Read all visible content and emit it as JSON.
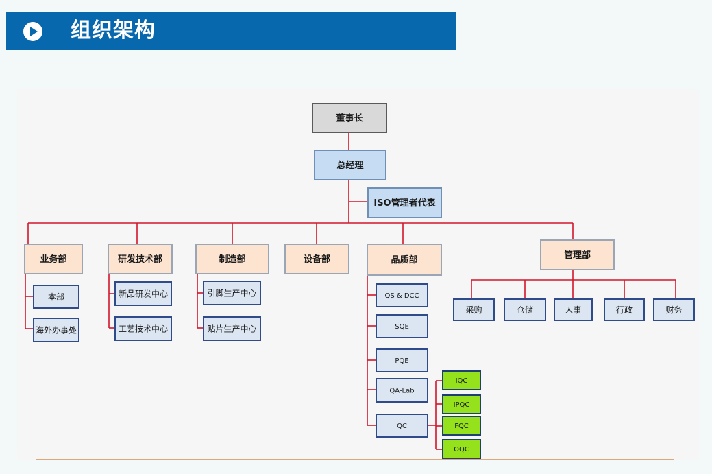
{
  "header": {
    "title": "组织架构",
    "icon": "play-circle-icon",
    "background": "#0868ad"
  },
  "org_chart": {
    "line_color": "#d3162c",
    "box_border_color": "#2f4b8a",
    "nodes": {
      "chairman": "董事长",
      "general_manager": "总经理",
      "iso_rep": "ISO管理者代表",
      "departments": {
        "sales": "业务部",
        "rd": "研发技术部",
        "manufacturing": "制造部",
        "equipment": "设备部",
        "quality": "品质部",
        "management": "管理部"
      },
      "sales_units": [
        "本部",
        "海外办事处"
      ],
      "rd_units": [
        "新品研发中心",
        "工艺技术中心"
      ],
      "manufacturing_units": [
        "引脚生产中心",
        "贴片生产中心"
      ],
      "quality_units": [
        "QS & DCC",
        "SQE",
        "PQE",
        "QA-Lab",
        "QC"
      ],
      "qc_units": [
        "IQC",
        "IPQC",
        "FQC",
        "OQC"
      ],
      "management_units": [
        "采购",
        "仓储",
        "人事",
        "行政",
        "财务"
      ]
    }
  }
}
